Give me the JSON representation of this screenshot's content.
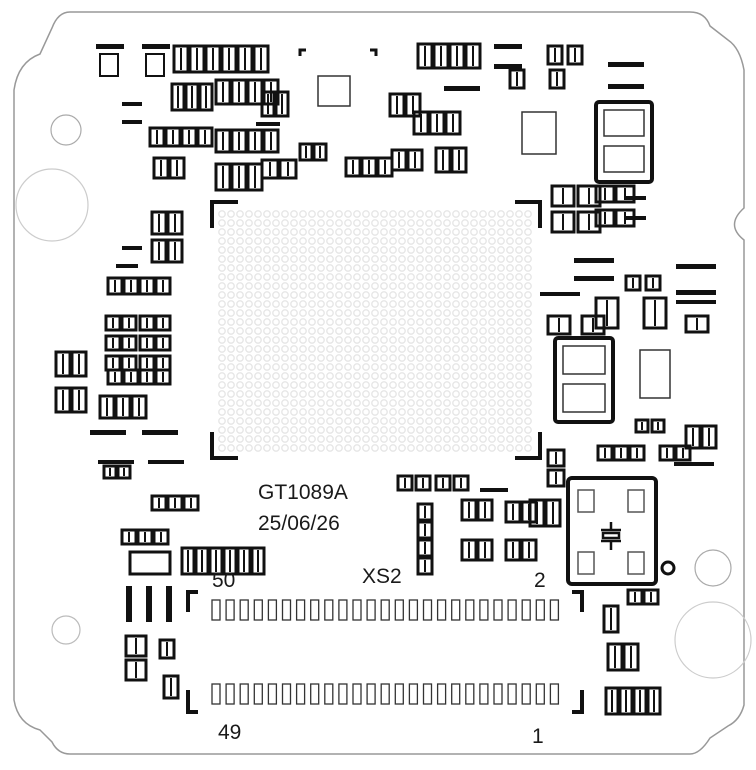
{
  "board": {
    "part_number": "GT1089A",
    "date_code": "25/06/26",
    "connector": {
      "ref": "XS2",
      "pin_top_left": "50",
      "pin_top_right": "2",
      "pin_bottom_left": "49",
      "pin_bottom_right": "1",
      "pads_per_row": 25
    }
  },
  "colors": {
    "background": "#ffffff",
    "silkscreen": "#111111",
    "outline": "#888888",
    "bga_ball": "#e6e6e6"
  },
  "components": {
    "crystal_symbol": "crystal-oscillator-icon",
    "bga_chip": "bga-processor-footprint",
    "mounting_holes": 4
  }
}
